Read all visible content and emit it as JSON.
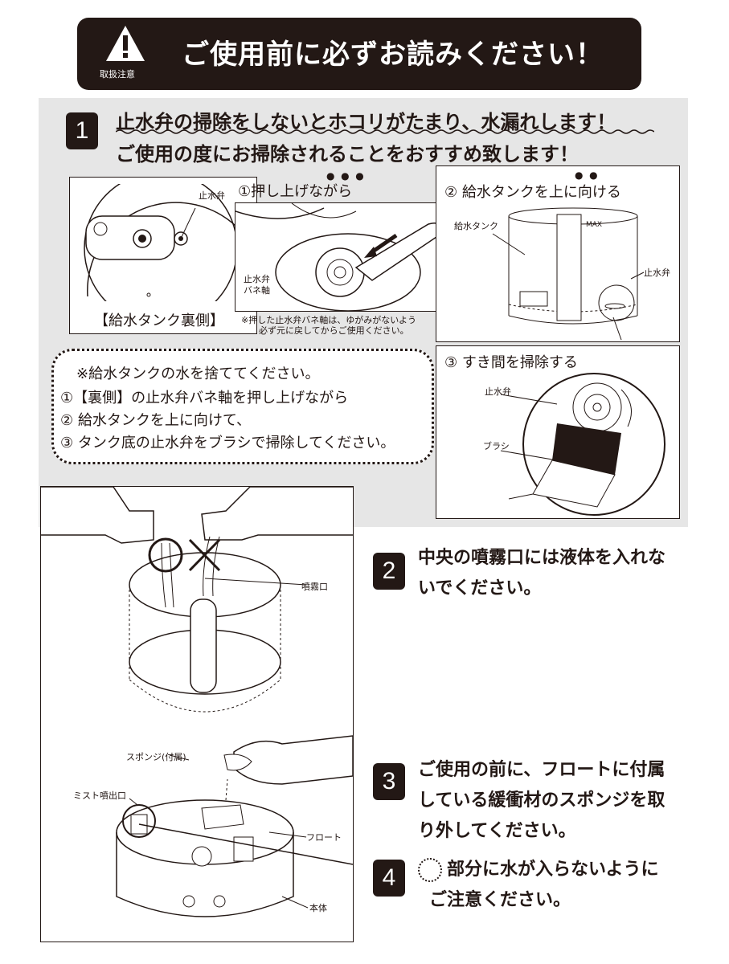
{
  "header": {
    "caution_label": "取扱注意",
    "title": "ご使用前に必ずお読みください！"
  },
  "section1": {
    "number": "1",
    "headline_1": "止水弁の掃除をしないとホコリがたまり、水漏れします！",
    "headline_2": "ご使用の度にお掃除されることをおすすめ致します！",
    "panel_back": {
      "valve_label": "止水弁",
      "caption": "【給水タンク裏側】"
    },
    "panel_step1": {
      "title": "①押し上げながら",
      "spring_label_1": "止水弁",
      "spring_label_2": "バネ軸",
      "note_1": "※押した止水弁バネ軸は、ゆがみがないよう",
      "note_2": "必ず元に戻してからご使用ください。"
    },
    "panel_step2": {
      "title": "②  給水タンクを上に向ける",
      "tank_label": "給水タンク",
      "max_label": "MAX",
      "valve_label": "止水弁"
    },
    "panel_step3": {
      "title": "③  すき間を掃除する",
      "valve_label": "止水弁",
      "brush_label": "ブラシ"
    },
    "bubble": {
      "line_0": "※給水タンクの水を捨ててください。",
      "line_1": "①【裏側】の止水弁バネ軸を押し上げながら",
      "line_2": "② 給水タンクを上に向けて、",
      "line_3": "③ タンク底の止水弁をブラシで掃除してください。"
    }
  },
  "illustration": {
    "nozzle_label": "噴霧口",
    "sponge_label": "スポンジ(付属)",
    "mist_label": "ミスト噴出口",
    "float_label": "フロート",
    "body_label": "本体"
  },
  "step2": {
    "number": "2",
    "line_1": "中央の噴霧口には液体を入れな",
    "line_2": "いでください。"
  },
  "step3": {
    "number": "3",
    "line_1": "ご使用の前に、フロートに付属",
    "line_2": "している緩衝材のスポンジを取",
    "line_3": "り外してください。"
  },
  "step4": {
    "number": "4",
    "line_1": "部分に水が入らないように",
    "line_2": "ご注意ください。"
  }
}
